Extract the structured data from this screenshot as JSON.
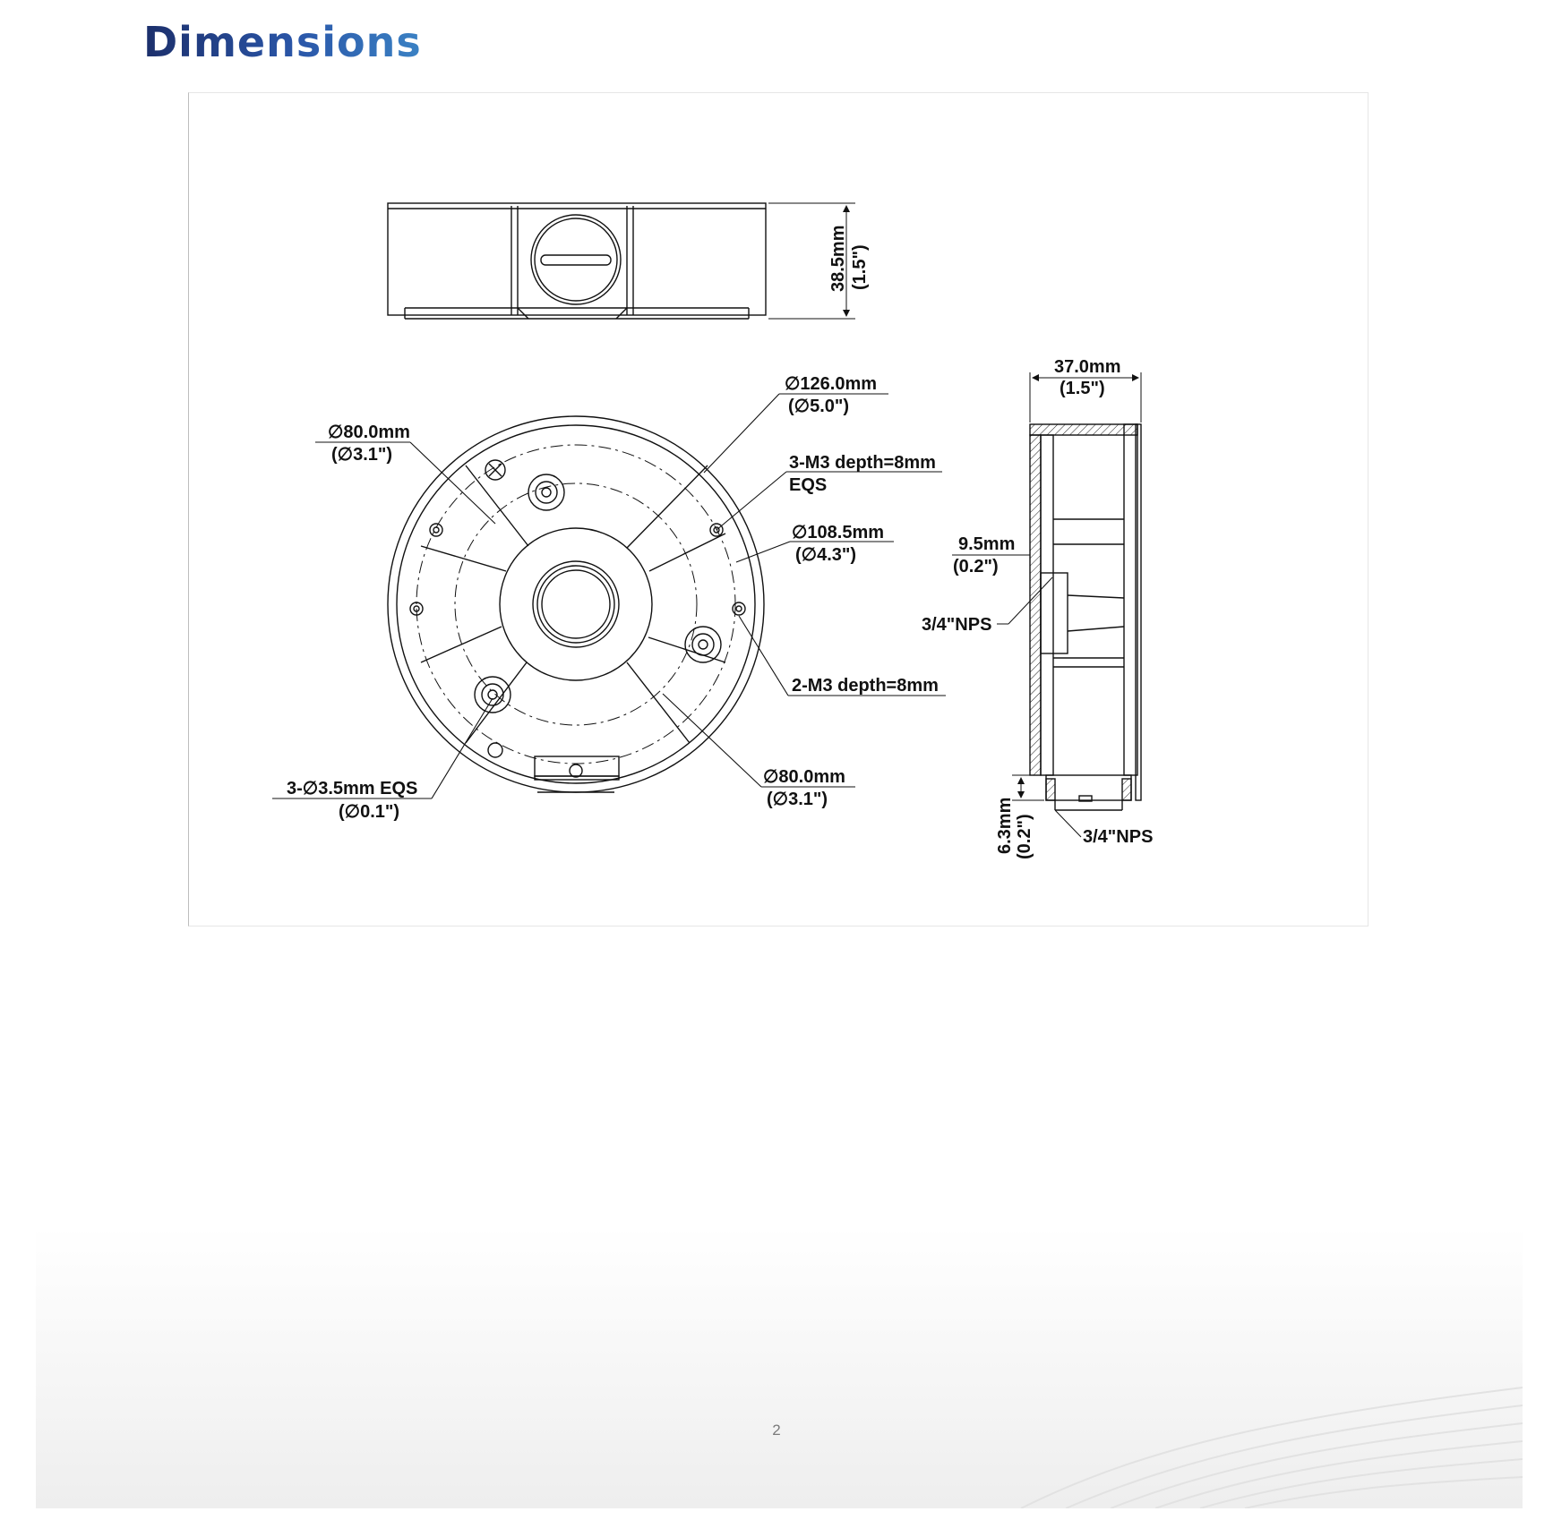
{
  "page": {
    "title": "Dimensions",
    "page_number": "2"
  },
  "drawing": {
    "side_view": {
      "height_mm": "38.5mm",
      "height_in": "(1.5\")"
    },
    "bottom_view": {
      "outer_dia_mm": "∅126.0mm",
      "outer_dia_in": "(∅5.0\")",
      "inner_dia_tl_mm": "∅80.0mm",
      "inner_dia_tl_in": "(∅3.1\")",
      "m3_3": "3-M3 depth=8mm",
      "m3_3_eqs": "EQS",
      "mid_dia_mm": "∅108.5mm",
      "mid_dia_in": "(∅4.3\")",
      "m3_2": "2-M3 depth=8mm",
      "holes_mm": "3-∅3.5mm EQS",
      "holes_in": "(∅0.1\")",
      "inner_dia_br_mm": "∅80.0mm",
      "inner_dia_br_in": "(∅3.1\")"
    },
    "section_view": {
      "depth_mm": "37.0mm",
      "depth_in": "(1.5\")",
      "wall_mm": "9.5mm",
      "wall_in": "(0.2\")",
      "nps_side": "3/4\"NPS",
      "lip_mm": "6.3mm",
      "lip_in": "(0.2\")",
      "nps_bottom": "3/4\"NPS"
    }
  }
}
